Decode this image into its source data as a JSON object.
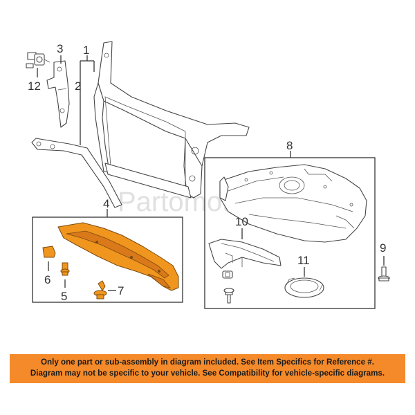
{
  "callouts": {
    "c1": "1",
    "c2": "2",
    "c3": "3",
    "c4": "4",
    "c5": "5",
    "c6": "6",
    "c7": "7",
    "c8": "8",
    "c9": "9",
    "c10": "10",
    "c11": "11",
    "c12": "12"
  },
  "watermark": "Partomotive.com",
  "notice": {
    "line1": "Only one part or sub-assembly in diagram included. See Item Specifics for Reference #.",
    "line2": "Diagram may not be specific to your vehicle. See Compatibility for vehicle-specific diagrams."
  },
  "colors": {
    "highlight_part": "#f0961e",
    "banner": "#f58a2a"
  }
}
